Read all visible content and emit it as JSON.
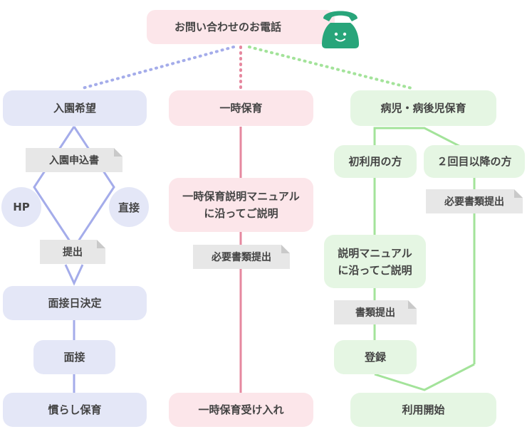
{
  "header": {
    "title": "お問い合わせのお電話"
  },
  "phone_icon": "telephone-icon",
  "colors": {
    "blue": "#a4acea",
    "pink": "#e6889f",
    "green": "#a3e39a",
    "phone": "#28a57a"
  },
  "enrollment": {
    "title": "入園希望",
    "doc_application": "入園申込書",
    "option_hp": "HP",
    "option_direct": "直接",
    "doc_submit": "提出",
    "step_date": "面接日決定",
    "step_interview": "面接",
    "step_final": "慣らし保育"
  },
  "temporary": {
    "title": "一時保育",
    "step_explain": "一時保育説明マニュアル\nに沿ってご説明",
    "doc_required": "必要書類提出",
    "step_final": "一時保育受け入れ"
  },
  "sick": {
    "title": "病児・病後児保育",
    "first_time": "初利用の方",
    "repeat": "２回目以降の方",
    "doc_required": "必要書類提出",
    "step_explain": "説明マニュアル\nに沿ってご説明",
    "doc_papers": "書類提出",
    "step_register": "登録",
    "step_final": "利用開始"
  }
}
